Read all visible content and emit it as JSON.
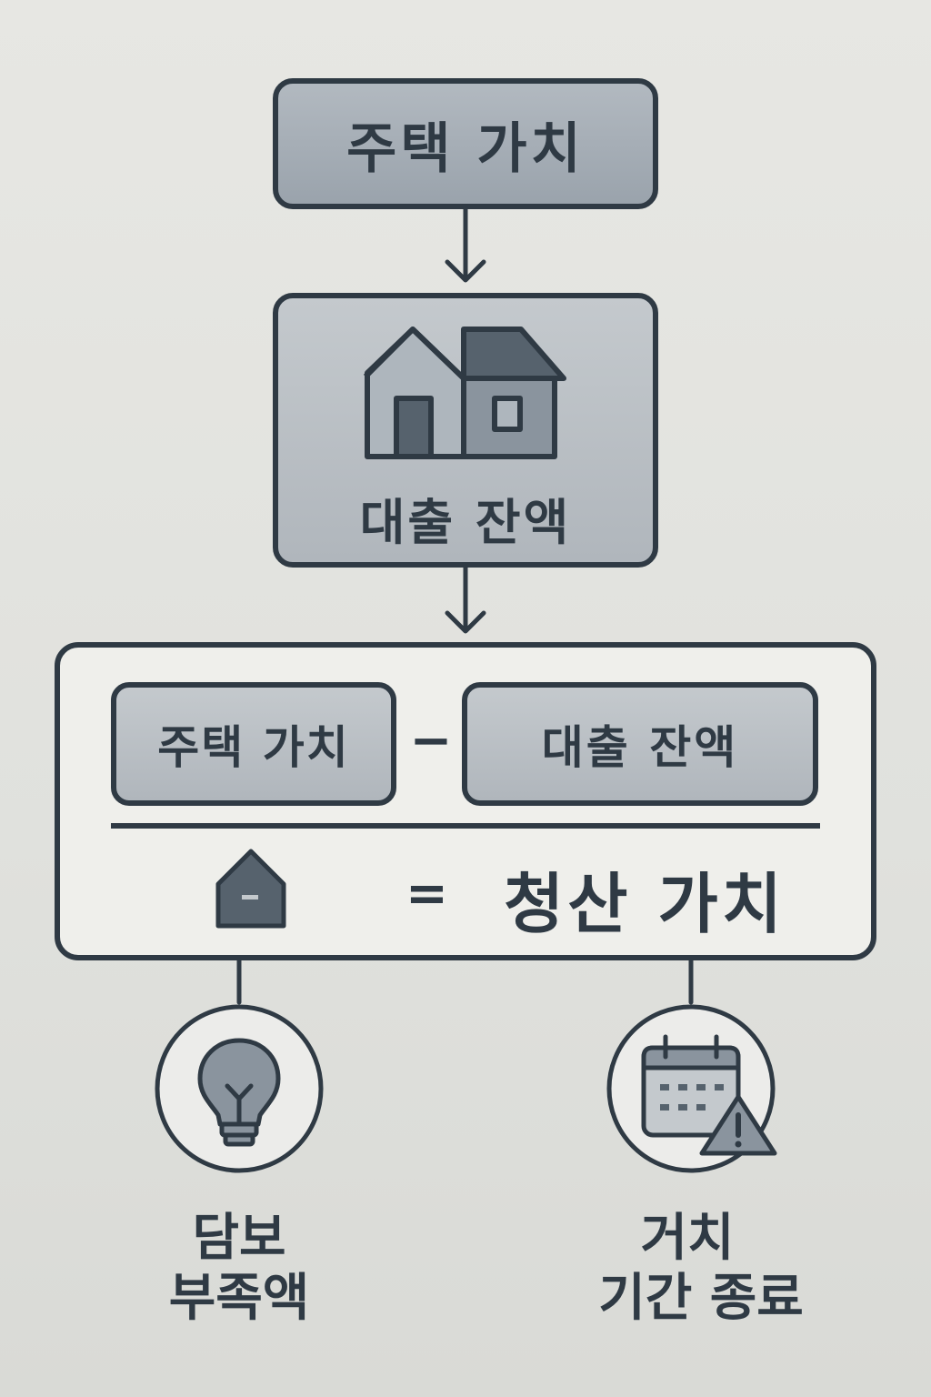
{
  "top_box": {
    "label": "주택 가치"
  },
  "loan_box": {
    "label": "대출 잔액",
    "icon": "house-icon"
  },
  "formula": {
    "term1": "주택 가치",
    "operator": "−",
    "term2": "대출 잔액",
    "equals": "=",
    "result": "청산 가치",
    "result_icon": "small-house-icon"
  },
  "outcomes": [
    {
      "icon": "lightbulb-icon",
      "line1": "담보",
      "line2": "부족액"
    },
    {
      "icon": "calendar-warning-icon",
      "line1": "거치",
      "line2": "기간 종료"
    }
  ],
  "colors": {
    "stroke": "#2f3a44",
    "box_fill": "#9aa3ac",
    "icon_dark": "#56626d",
    "background": "#e3e4e0"
  }
}
